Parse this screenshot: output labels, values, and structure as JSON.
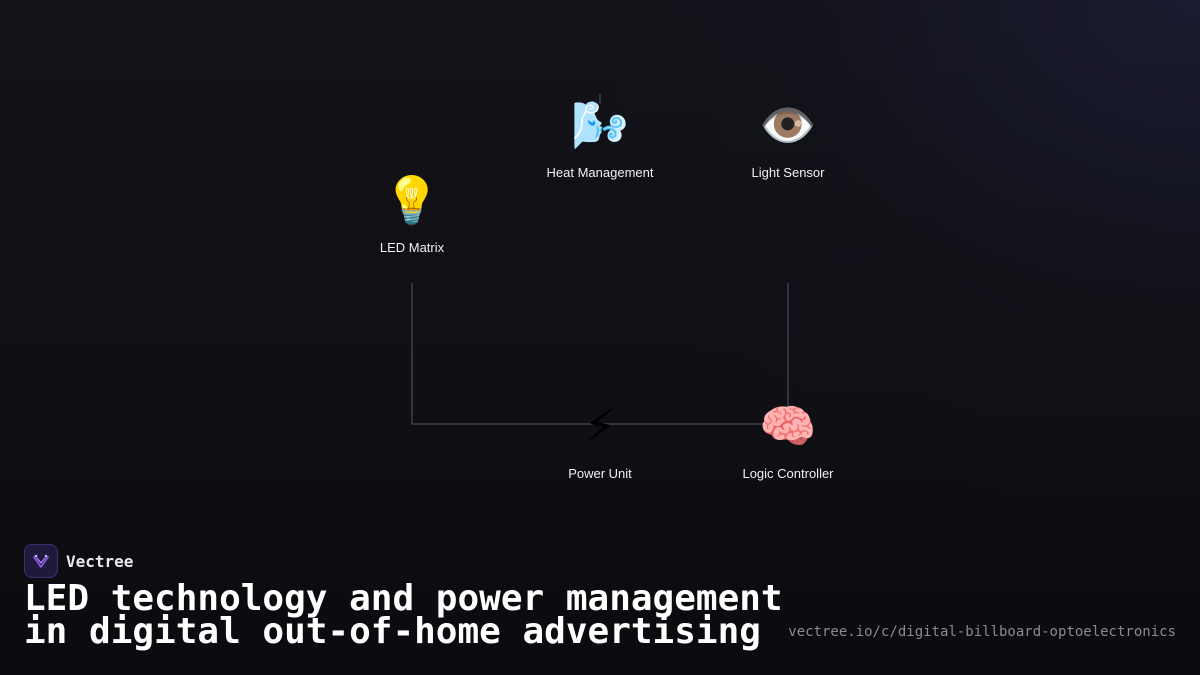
{
  "nodes": {
    "led_matrix": {
      "label": "LED Matrix",
      "icon": "💡",
      "icon_name": "light-bulb-icon"
    },
    "heat_management": {
      "label": "Heat Management",
      "icon": "🌬️",
      "icon_name": "wind-face-icon"
    },
    "light_sensor": {
      "label": "Light Sensor",
      "icon": "👁️",
      "icon_name": "eye-icon"
    },
    "power_unit": {
      "label": "Power Unit",
      "icon": "⚡",
      "icon_name": "lightning-bolt-icon"
    },
    "logic_controller": {
      "label": "Logic Controller",
      "icon": "🧠",
      "icon_name": "brain-icon"
    }
  },
  "connections": [
    {
      "from": "led_matrix",
      "to": "power_unit"
    },
    {
      "from": "power_unit",
      "to": "logic_controller"
    },
    {
      "from": "light_sensor",
      "to": "logic_controller"
    }
  ],
  "brand": {
    "name": "Vectree",
    "accent_color": "#8b5cf6"
  },
  "headline": {
    "line1": "LED technology and power management",
    "line2": "in digital out-of-home advertising"
  },
  "url": "vectree.io/c/digital-billboard-optoelectronics",
  "colors": {
    "background": "#0f0f14",
    "connector": "#3a4050",
    "text": "#ffffff",
    "muted_text": "#8a8a96"
  }
}
